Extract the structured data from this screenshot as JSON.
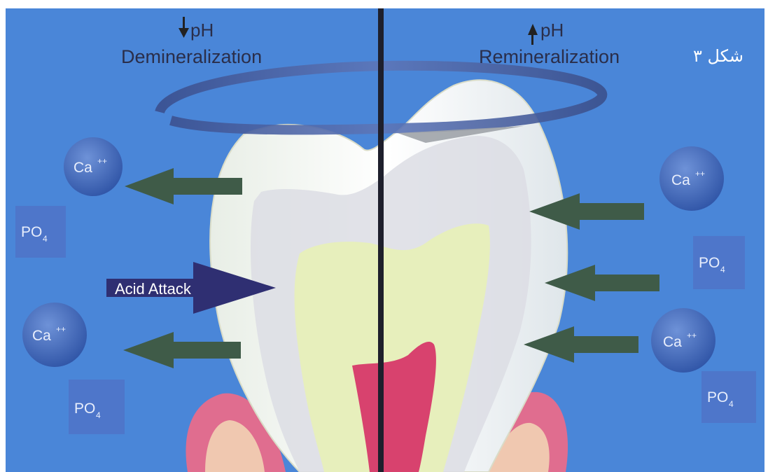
{
  "left_header": {
    "ph_label": "pH",
    "process_label": "Demineralization"
  },
  "right_header": {
    "ph_label": "pH",
    "process_label": "Remineralization"
  },
  "figure_caption": "شکل ۳",
  "acid_attack_label": "Acid Attack",
  "ions": {
    "calcium": {
      "base": "Ca",
      "charge": "++"
    },
    "phosphate": {
      "base": "PO",
      "sub": "4"
    }
  },
  "colors": {
    "background": "#4a86d8",
    "arrow_green": "#3f5b48",
    "ion_circle": "#3a5fae",
    "ion_square": "#4f73c8",
    "acid_arrow": "#2f2f72",
    "divider": "#1e1f2c",
    "enamel": "#f4f3ea",
    "dentin": "#e7efbc",
    "pulp": "#d8426e",
    "gum": "#e06d8f"
  },
  "icons": {
    "demineralization_direction": "arrow-down-icon",
    "remineralization_direction": "arrow-up-icon",
    "ion_flow": "thick-arrow-icon"
  }
}
